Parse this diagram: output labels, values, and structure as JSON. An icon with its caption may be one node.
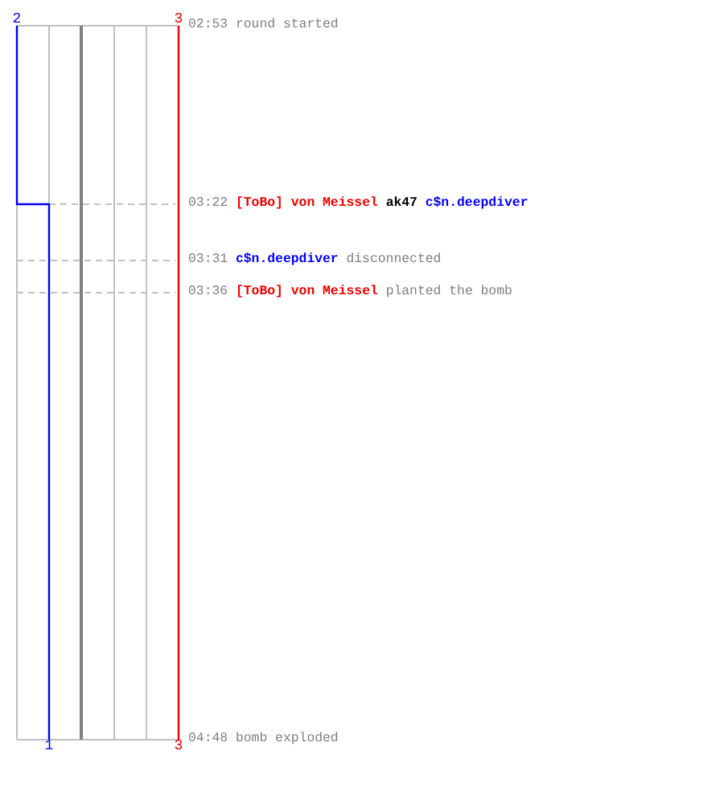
{
  "diagram": {
    "labels": [
      "2",
      "3",
      "02:53",
      "round started",
      "03:22",
      "[ToBo] von Meissel",
      "ak47",
      "c$n.deepdiver",
      "03:31",
      "c$n.deepdiver",
      "disconnected",
      "03:36",
      "[ToBo] von Meissel",
      "planted the bomb",
      "1",
      "3",
      "04:48",
      "bomb exploded"
    ]
  }
}
